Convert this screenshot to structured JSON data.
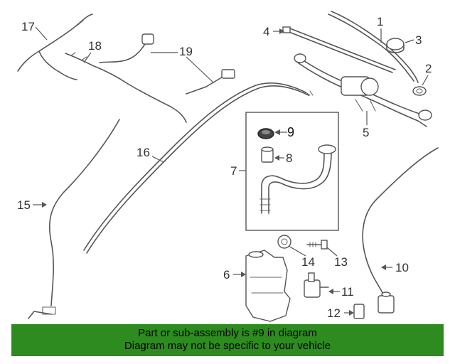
{
  "callouts": {
    "c1": "1",
    "c2": "2",
    "c3": "3",
    "c4": "4",
    "c5": "5",
    "c6": "6",
    "c7": "7",
    "c8": "8",
    "c9": "9",
    "c10": "10",
    "c11": "11",
    "c12": "12",
    "c13": "13",
    "c14": "14",
    "c15": "15",
    "c16": "16",
    "c17": "17",
    "c18": "18",
    "c19": "19"
  },
  "banner": {
    "line1": "Part or sub-assembly is #9 in diagram",
    "line2": "Diagram may not be specific to your vehicle",
    "color": "#2e8b1f"
  }
}
